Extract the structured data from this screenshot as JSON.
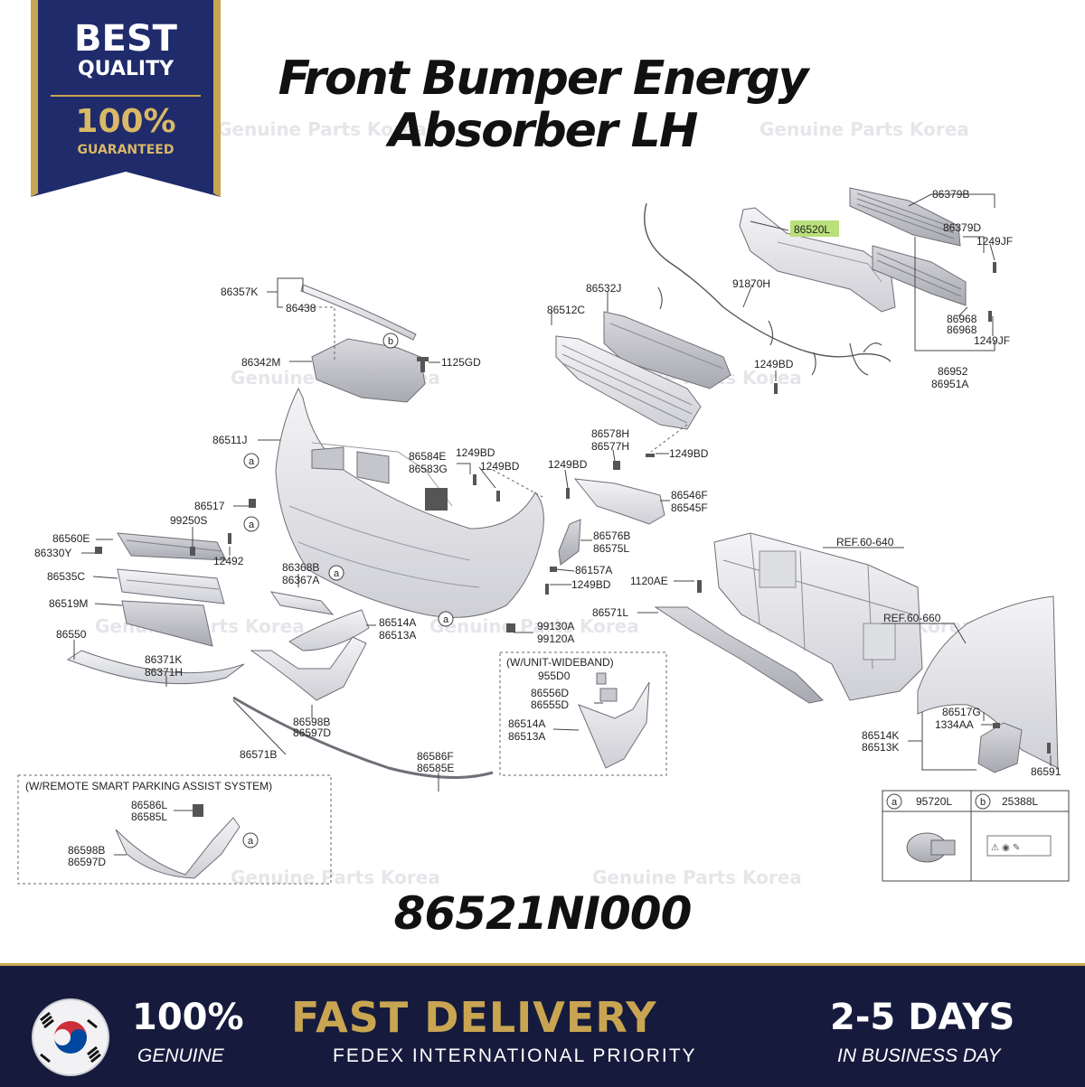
{
  "title": {
    "line1": "Front Bumper Energy",
    "line2": "Absorber LH"
  },
  "part_number": "86521NI000",
  "badge": {
    "line1": "BEST",
    "line2": "QUALITY",
    "line3": "100%",
    "line4": "GUARANTEED"
  },
  "watermark": "Genuine Parts Korea",
  "highlighted_part": "86520L",
  "footer": {
    "genuine_big": "100%",
    "genuine_small": "GENUINE",
    "delivery_big": "FAST DELIVERY",
    "delivery_small": "FEDEX INTERNATIONAL PRIORITY",
    "days_big": "2-5 DAYS",
    "days_small": "IN BUSINESS DAY"
  },
  "colors": {
    "highlight": "#b9e07a",
    "footer_bg": "#161b3d",
    "gold": "#c9a552",
    "navy": "#1f2b6b"
  },
  "callouts": [
    {
      "id": "86379B",
      "text": "86379B"
    },
    {
      "id": "86379D",
      "text": "86379D"
    },
    {
      "id": "1249JF_a",
      "text": "1249JF"
    },
    {
      "id": "86520L",
      "text": "86520L"
    },
    {
      "id": "91870H",
      "text": "91870H"
    },
    {
      "id": "86532J",
      "text": "86532J"
    },
    {
      "id": "86512C",
      "text": "86512C"
    },
    {
      "id": "86968_a",
      "text": "86968"
    },
    {
      "id": "86968_b",
      "text": "86968"
    },
    {
      "id": "1249JF_b",
      "text": "1249JF"
    },
    {
      "id": "86952",
      "text": "86952"
    },
    {
      "id": "86951A",
      "text": "86951A"
    },
    {
      "id": "1249BD_a",
      "text": "1249BD"
    },
    {
      "id": "86357K",
      "text": "86357K"
    },
    {
      "id": "86438",
      "text": "86438"
    },
    {
      "id": "86342M",
      "text": "86342M"
    },
    {
      "id": "1125GD",
      "text": "1125GD"
    },
    {
      "id": "86511J",
      "text": "86511J"
    },
    {
      "id": "86584E",
      "text": "86584E"
    },
    {
      "id": "86583G",
      "text": "86583G"
    },
    {
      "id": "1249BD_b",
      "text": "1249BD"
    },
    {
      "id": "1249BD_c",
      "text": "1249BD"
    },
    {
      "id": "86578H",
      "text": "86578H"
    },
    {
      "id": "86577H",
      "text": "86577H"
    },
    {
      "id": "1249BD_d",
      "text": "1249BD"
    },
    {
      "id": "1249BD_e",
      "text": "1249BD"
    },
    {
      "id": "86546F",
      "text": "86546F"
    },
    {
      "id": "86545F",
      "text": "86545F"
    },
    {
      "id": "86517",
      "text": "86517"
    },
    {
      "id": "99250S",
      "text": "99250S"
    },
    {
      "id": "86560E",
      "text": "86560E"
    },
    {
      "id": "86330Y",
      "text": "86330Y"
    },
    {
      "id": "12492",
      "text": "12492"
    },
    {
      "id": "86535C",
      "text": "86535C"
    },
    {
      "id": "86576B",
      "text": "86576B"
    },
    {
      "id": "86575L",
      "text": "86575L"
    },
    {
      "id": "REF60640",
      "text": "REF.60-640"
    },
    {
      "id": "86368B",
      "text": "86368B"
    },
    {
      "id": "86367A",
      "text": "86367A"
    },
    {
      "id": "86157A",
      "text": "86157A"
    },
    {
      "id": "1120AE",
      "text": "1120AE"
    },
    {
      "id": "1249BD_f",
      "text": "1249BD"
    },
    {
      "id": "86519M",
      "text": "86519M"
    },
    {
      "id": "86571L",
      "text": "86571L"
    },
    {
      "id": "REF60660",
      "text": "REF.60-660"
    },
    {
      "id": "86514A_a",
      "text": "86514A"
    },
    {
      "id": "86513A_a",
      "text": "86513A"
    },
    {
      "id": "99130A",
      "text": "99130A"
    },
    {
      "id": "99120A",
      "text": "99120A"
    },
    {
      "id": "86550",
      "text": "86550"
    },
    {
      "id": "WUNIT",
      "text": "(W/UNIT-WIDEBAND)"
    },
    {
      "id": "86371K",
      "text": "86371K"
    },
    {
      "id": "86371H",
      "text": "86371H"
    },
    {
      "id": "955D0",
      "text": "955D0"
    },
    {
      "id": "86556D",
      "text": "86556D"
    },
    {
      "id": "86555D",
      "text": "86555D"
    },
    {
      "id": "86517G",
      "text": "86517G"
    },
    {
      "id": "1334AA",
      "text": "1334AA"
    },
    {
      "id": "86514A_b",
      "text": "86514A"
    },
    {
      "id": "86513A_b",
      "text": "86513A"
    },
    {
      "id": "86514K",
      "text": "86514K"
    },
    {
      "id": "86513K",
      "text": "86513K"
    },
    {
      "id": "86598B_a",
      "text": "86598B"
    },
    {
      "id": "86597D_a",
      "text": "86597D"
    },
    {
      "id": "86571B",
      "text": "86571B"
    },
    {
      "id": "86586F",
      "text": "86586F"
    },
    {
      "id": "86585E",
      "text": "86585E"
    },
    {
      "id": "86591",
      "text": "86591"
    },
    {
      "id": "WREMOTE",
      "text": "(W/REMOTE SMART PARKING ASSIST SYSTEM)"
    },
    {
      "id": "86586L",
      "text": "86586L"
    },
    {
      "id": "86585L",
      "text": "86585L"
    },
    {
      "id": "86598B_b",
      "text": "86598B"
    },
    {
      "id": "86597D_b",
      "text": "86597D"
    },
    {
      "id": "95720L",
      "text": "95720L"
    },
    {
      "id": "25388L",
      "text": "25388L"
    }
  ],
  "circle_refs": [
    {
      "id": "b_top",
      "text": "b"
    },
    {
      "id": "a1",
      "text": "a"
    },
    {
      "id": "a2",
      "text": "a"
    },
    {
      "id": "a3",
      "text": "a"
    },
    {
      "id": "a4",
      "text": "a"
    },
    {
      "id": "a5",
      "text": "a"
    },
    {
      "id": "leg_a",
      "text": "a"
    },
    {
      "id": "leg_b",
      "text": "b"
    }
  ]
}
